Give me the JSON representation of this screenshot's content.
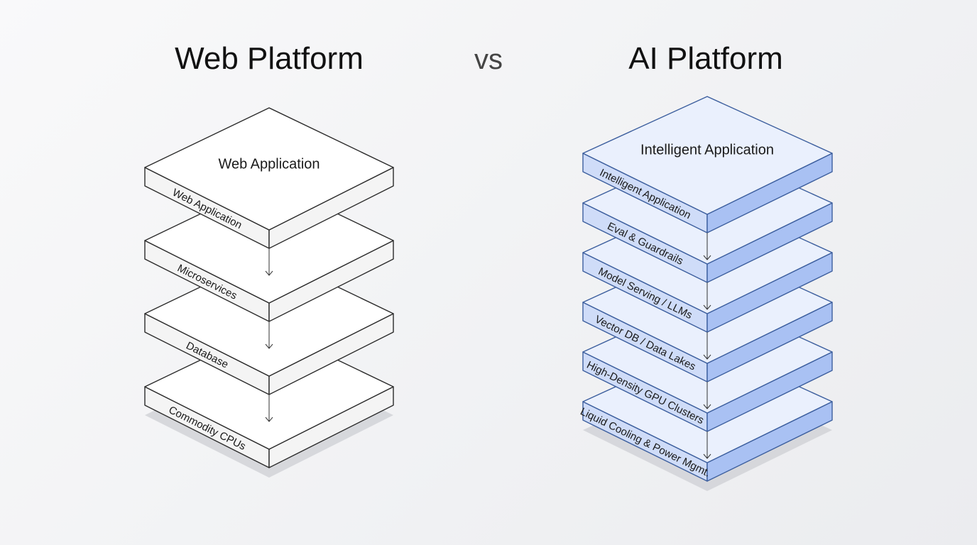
{
  "titles": {
    "left": "Web Platform",
    "vs": "vs",
    "right": "AI Platform"
  },
  "stacks": {
    "web": {
      "top_label": "Web Application",
      "layers": [
        "Web Application",
        "Microservices",
        "Database",
        "Commodity CPUs"
      ]
    },
    "ai": {
      "top_label": "Intelligent Application",
      "layers": [
        "Intelligent Application",
        "Eval & Guardrails",
        "Model Serving / LLMs",
        "Vector DB / Data Lakes",
        "High-Density GPU Clusters",
        "Liquid Cooling & Power Mgmt."
      ]
    }
  },
  "colors": {
    "web_top": "#ffffff",
    "web_left": "#f4f4f4",
    "web_right": "#f4f4f4",
    "web_stroke": "#2b2b2b",
    "ai_top": "#eaf0fd",
    "ai_left": "#cfdcf8",
    "ai_right": "#a9c1f3",
    "ai_stroke": "#3d5f9e",
    "shadow": "#cfd1d6"
  }
}
